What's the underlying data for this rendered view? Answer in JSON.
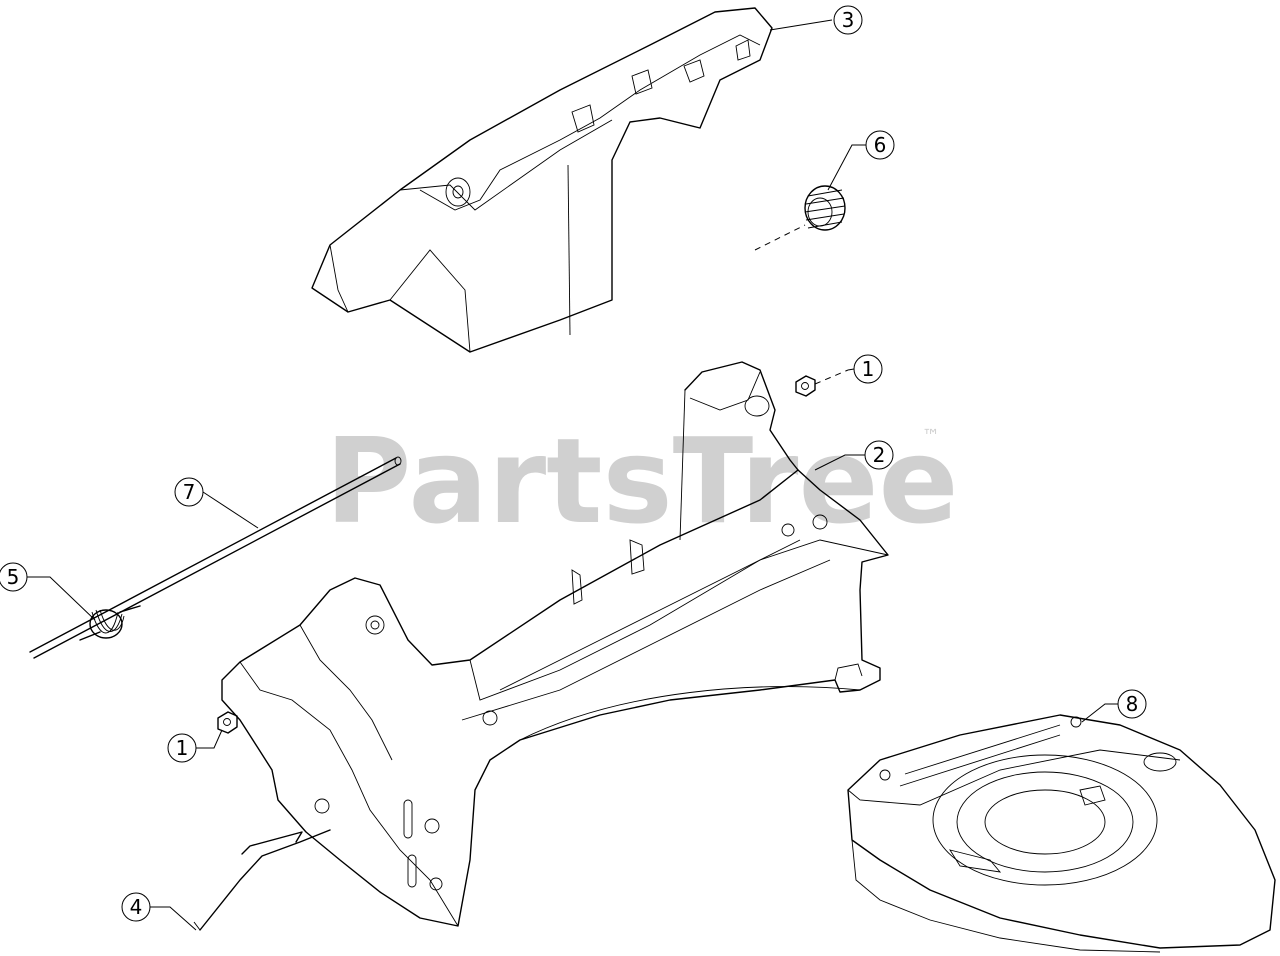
{
  "watermark": {
    "brand": "PartsTree",
    "trademark": "™"
  },
  "callouts": [
    {
      "label": "3"
    },
    {
      "label": "6"
    },
    {
      "label": "1"
    },
    {
      "label": "2"
    },
    {
      "label": "7"
    },
    {
      "label": "5"
    },
    {
      "label": "8"
    },
    {
      "label": "1"
    },
    {
      "label": "4"
    }
  ]
}
